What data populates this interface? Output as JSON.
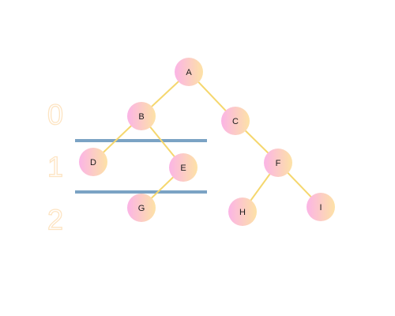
{
  "colors": {
    "edge": "#f5d76e",
    "node_gradient_start": "#fbb4e6",
    "node_gradient_end": "#fde2a6",
    "separator": "#7ba3c4",
    "level_label_outline": "#fde4c2"
  },
  "diagram": {
    "level_labels": [
      "0",
      "1",
      "2"
    ],
    "nodes": [
      {
        "id": "A",
        "label": "A"
      },
      {
        "id": "B",
        "label": "B"
      },
      {
        "id": "C",
        "label": "C"
      },
      {
        "id": "D",
        "label": "D"
      },
      {
        "id": "E",
        "label": "E"
      },
      {
        "id": "F",
        "label": "F"
      },
      {
        "id": "G",
        "label": "G"
      },
      {
        "id": "H",
        "label": "H"
      },
      {
        "id": "I",
        "label": "I"
      }
    ],
    "edges": [
      {
        "from": "A",
        "to": "B"
      },
      {
        "from": "A",
        "to": "C"
      },
      {
        "from": "B",
        "to": "D"
      },
      {
        "from": "B",
        "to": "E"
      },
      {
        "from": "E",
        "to": "G"
      },
      {
        "from": "C",
        "to": "F"
      },
      {
        "from": "F",
        "to": "H"
      },
      {
        "from": "F",
        "to": "I"
      }
    ]
  }
}
